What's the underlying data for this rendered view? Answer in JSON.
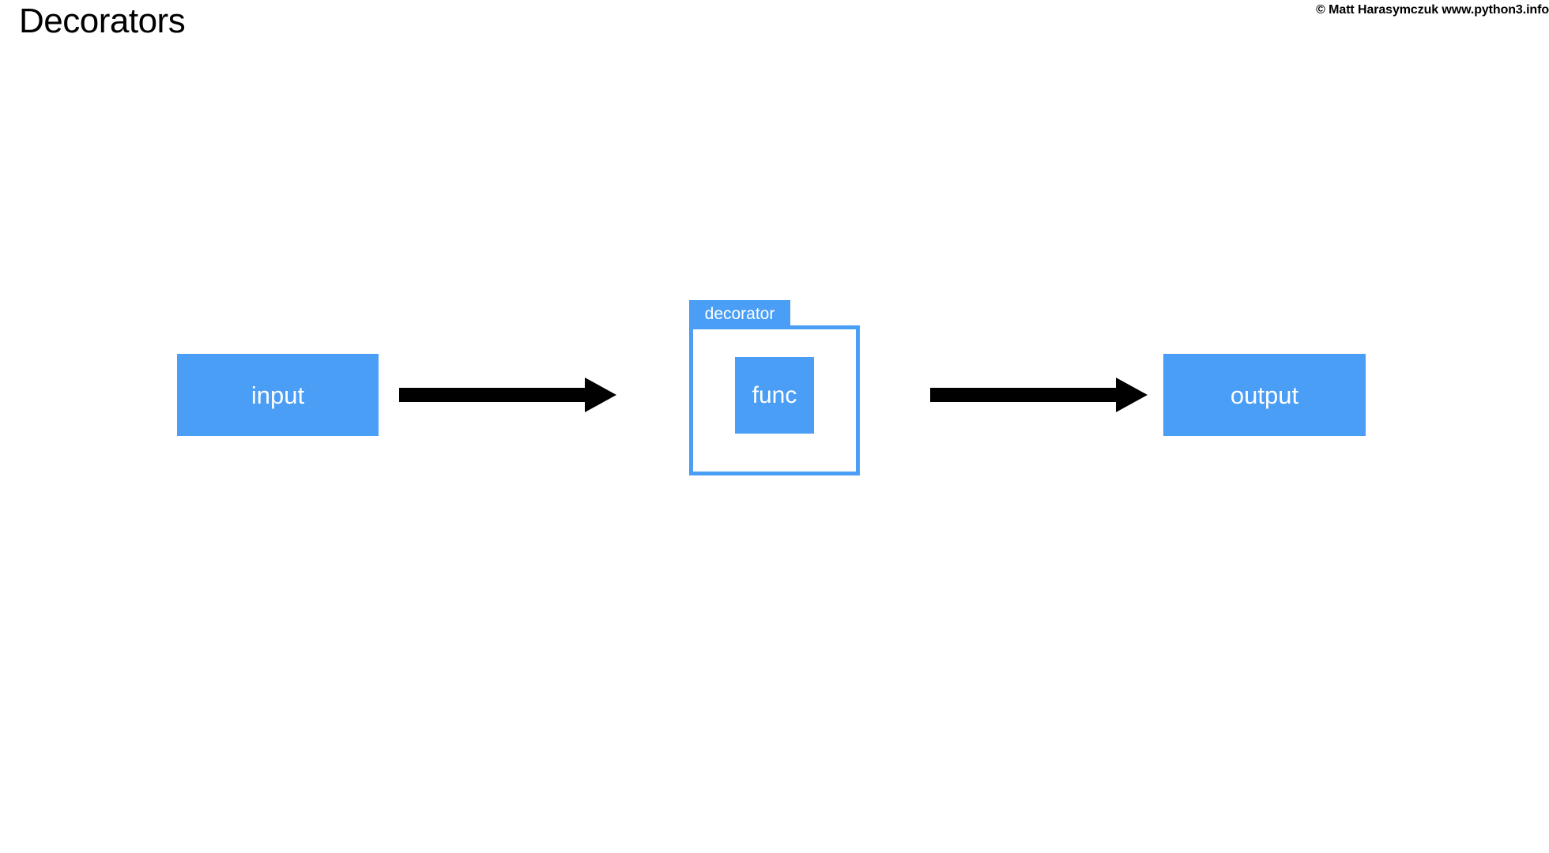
{
  "header": {
    "title": "Decorators",
    "copyright": "© Matt Harasymczuk www.python3.info"
  },
  "theme": {
    "accent": "#4a9ef5",
    "background": "#ffffff",
    "text_on_accent": "#ffffff",
    "arrow_color": "#000000",
    "title_color": "#000000"
  },
  "diagram": {
    "type": "flow",
    "nodes": [
      {
        "id": "input",
        "label": "input",
        "kind": "block"
      },
      {
        "id": "decorator",
        "label": "decorator",
        "kind": "container"
      },
      {
        "id": "func",
        "label": "func",
        "kind": "block"
      },
      {
        "id": "output",
        "label": "output",
        "kind": "block"
      }
    ],
    "edges": [
      {
        "from": "input",
        "to": "decorator",
        "label": ""
      },
      {
        "from": "decorator",
        "to": "output",
        "label": ""
      }
    ]
  }
}
